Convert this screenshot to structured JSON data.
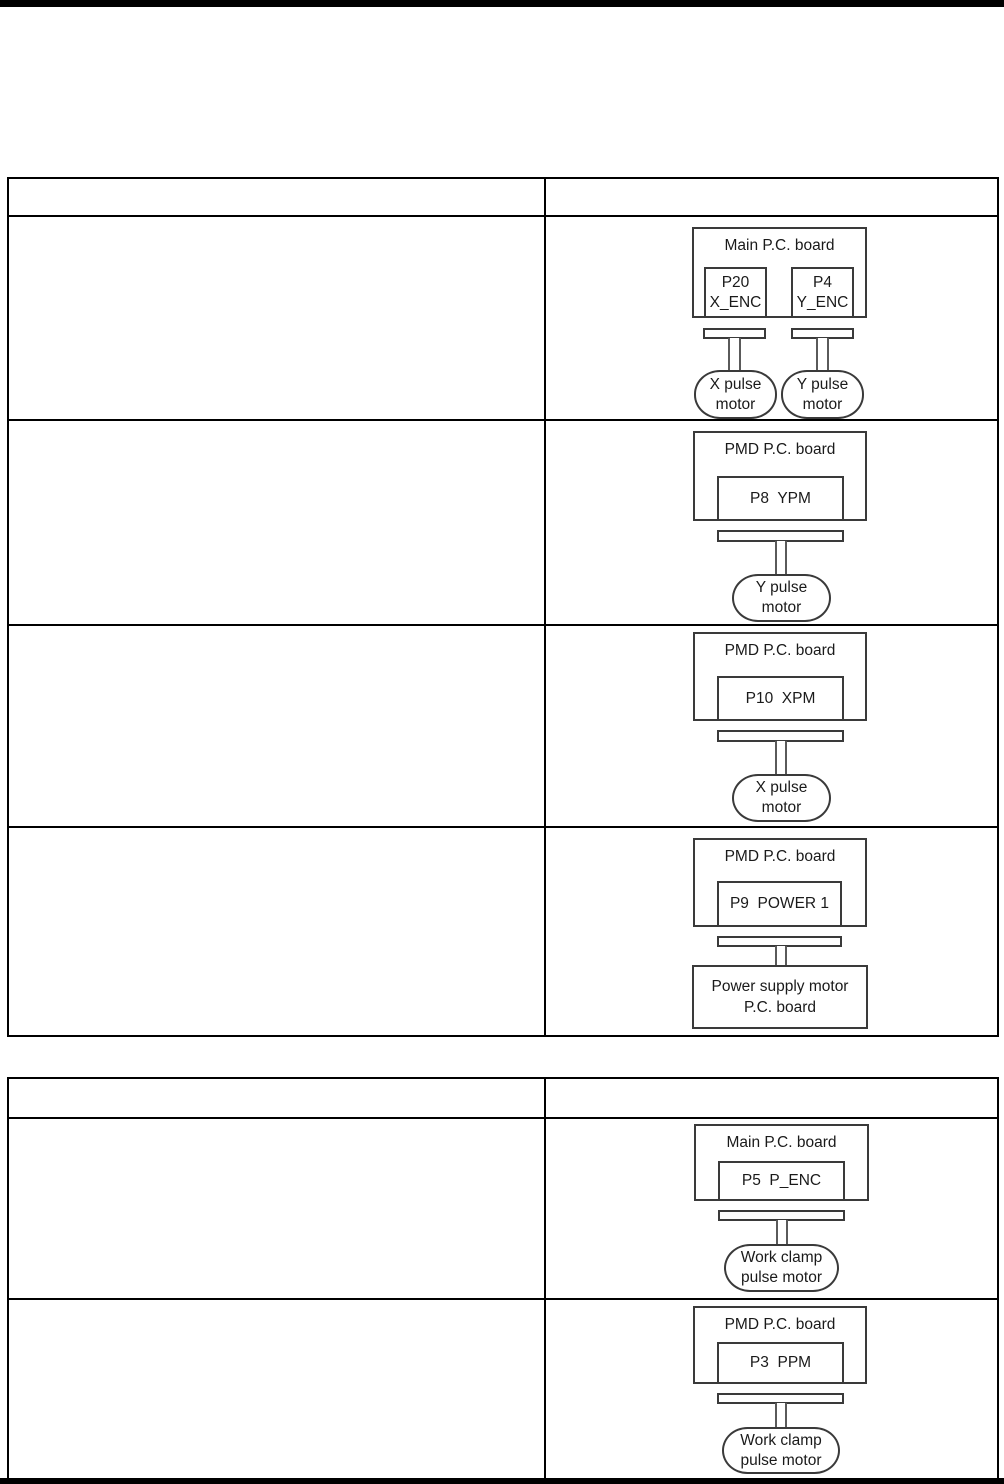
{
  "colors": {
    "page_rule": "#000000",
    "table_border": "#000000",
    "diagram_stroke": "#3a3a3a",
    "text": "#1a1a1a"
  },
  "table1": {
    "header_left": "",
    "header_right": ""
  },
  "table2": {
    "header_left": "",
    "header_right": ""
  },
  "diagrams": {
    "main_xy_enc": {
      "board": "Main P.C. board",
      "conn1": "P20\nX_ENC",
      "conn2": "P4\nY_ENC",
      "motor1": "X pulse\nmotor",
      "motor2": "Y pulse\nmotor"
    },
    "pmd_ypm": {
      "board": "PMD P.C. board",
      "conn": "P8  YPM",
      "motor": "Y pulse\nmotor"
    },
    "pmd_xpm": {
      "board": "PMD P.C. board",
      "conn": "P10  XPM",
      "motor": "X pulse\nmotor"
    },
    "pmd_power": {
      "board": "PMD P.C. board",
      "conn": "P9  POWER 1",
      "target": "Power supply motor\nP.C. board"
    },
    "main_penc": {
      "board": "Main P.C. board",
      "conn": "P5  P_ENC",
      "motor": "Work clamp\npulse motor"
    },
    "pmd_ppm": {
      "board": "PMD P.C. board",
      "conn": "P3  PPM",
      "motor": "Work clamp\npulse motor"
    }
  }
}
